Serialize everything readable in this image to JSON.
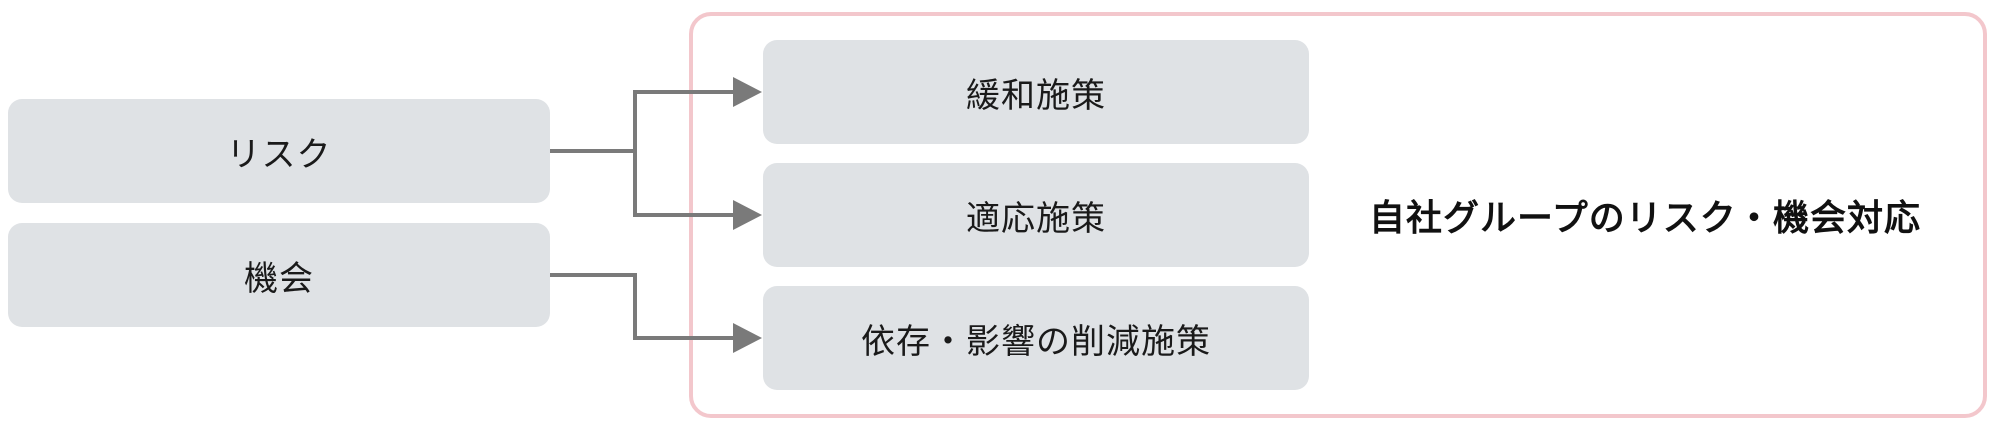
{
  "sources": {
    "risk": "リスク",
    "opportunity": "機会"
  },
  "measures": {
    "mitigation": "緩和施策",
    "adaptation": "適応施策",
    "reduction": "依存・影響の削減施策"
  },
  "group": {
    "title": "自社グループのリスク・機会対応"
  },
  "colors": {
    "box_fill": "#dfe2e5",
    "frame_border": "#f3c7cc",
    "connector": "#7a7a7a"
  }
}
